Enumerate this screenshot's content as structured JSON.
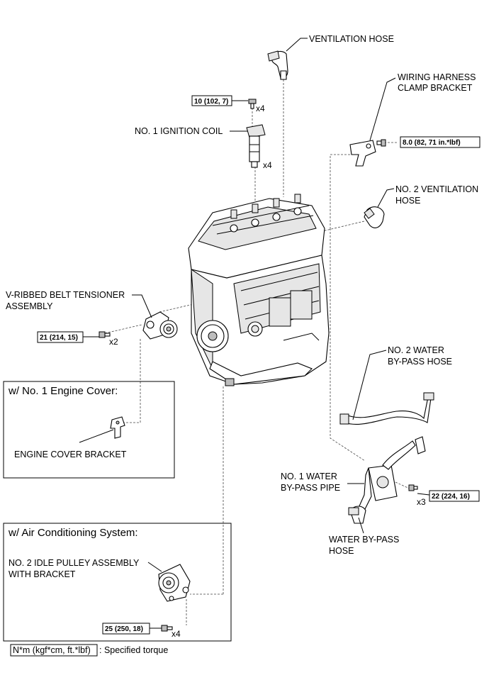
{
  "labels": {
    "ventilation_hose": "VENTILATION HOSE",
    "wiring_harness_1": "WIRING HARNESS",
    "wiring_harness_2": "CLAMP BRACKET",
    "ignition_coil": "NO. 1 IGNITION COIL",
    "no2_vent_1": "NO. 2 VENTILATION",
    "no2_vent_2": "HOSE",
    "vribbed_1": "V-RIBBED BELT TENSIONER",
    "vribbed_2": "ASSEMBLY",
    "no2_water_hose_1": "NO. 2 WATER",
    "no2_water_hose_2": "BY-PASS HOSE",
    "no1_water_pipe_1": "NO. 1 WATER",
    "no1_water_pipe_2": "BY-PASS PIPE",
    "water_hose_1": "WATER BY-PASS",
    "water_hose_2": "HOSE",
    "engine_cover_bracket": "ENGINE COVER BRACKET",
    "idle_pulley_1": "NO. 2 IDLE PULLEY ASSEMBLY",
    "idle_pulley_2": "WITH BRACKET"
  },
  "panels": {
    "engine_cover_title": "w/ No. 1 Engine Cover:",
    "ac_title": "w/ Air Conditioning System:"
  },
  "torques": {
    "ignition_coil_bolt": "10 (102, 7)",
    "harness_bracket_bolt": "8.0 (82, 71 in.*lbf)",
    "tensioner_bolt": "21 (214, 15)",
    "pipe_bolt": "22 (224, 16)",
    "idle_pulley_bolt": "25 (250, 18)"
  },
  "quantities": {
    "ignition_bolt_qty": "x4",
    "ignition_coil_qty": "x4",
    "tensioner_qty": "x2",
    "pipe_qty": "x3",
    "idle_qty": "x4"
  },
  "legend": {
    "unit_box": "N*m (kgf*cm, ft.*lbf)",
    "description": ": Specified torque"
  }
}
